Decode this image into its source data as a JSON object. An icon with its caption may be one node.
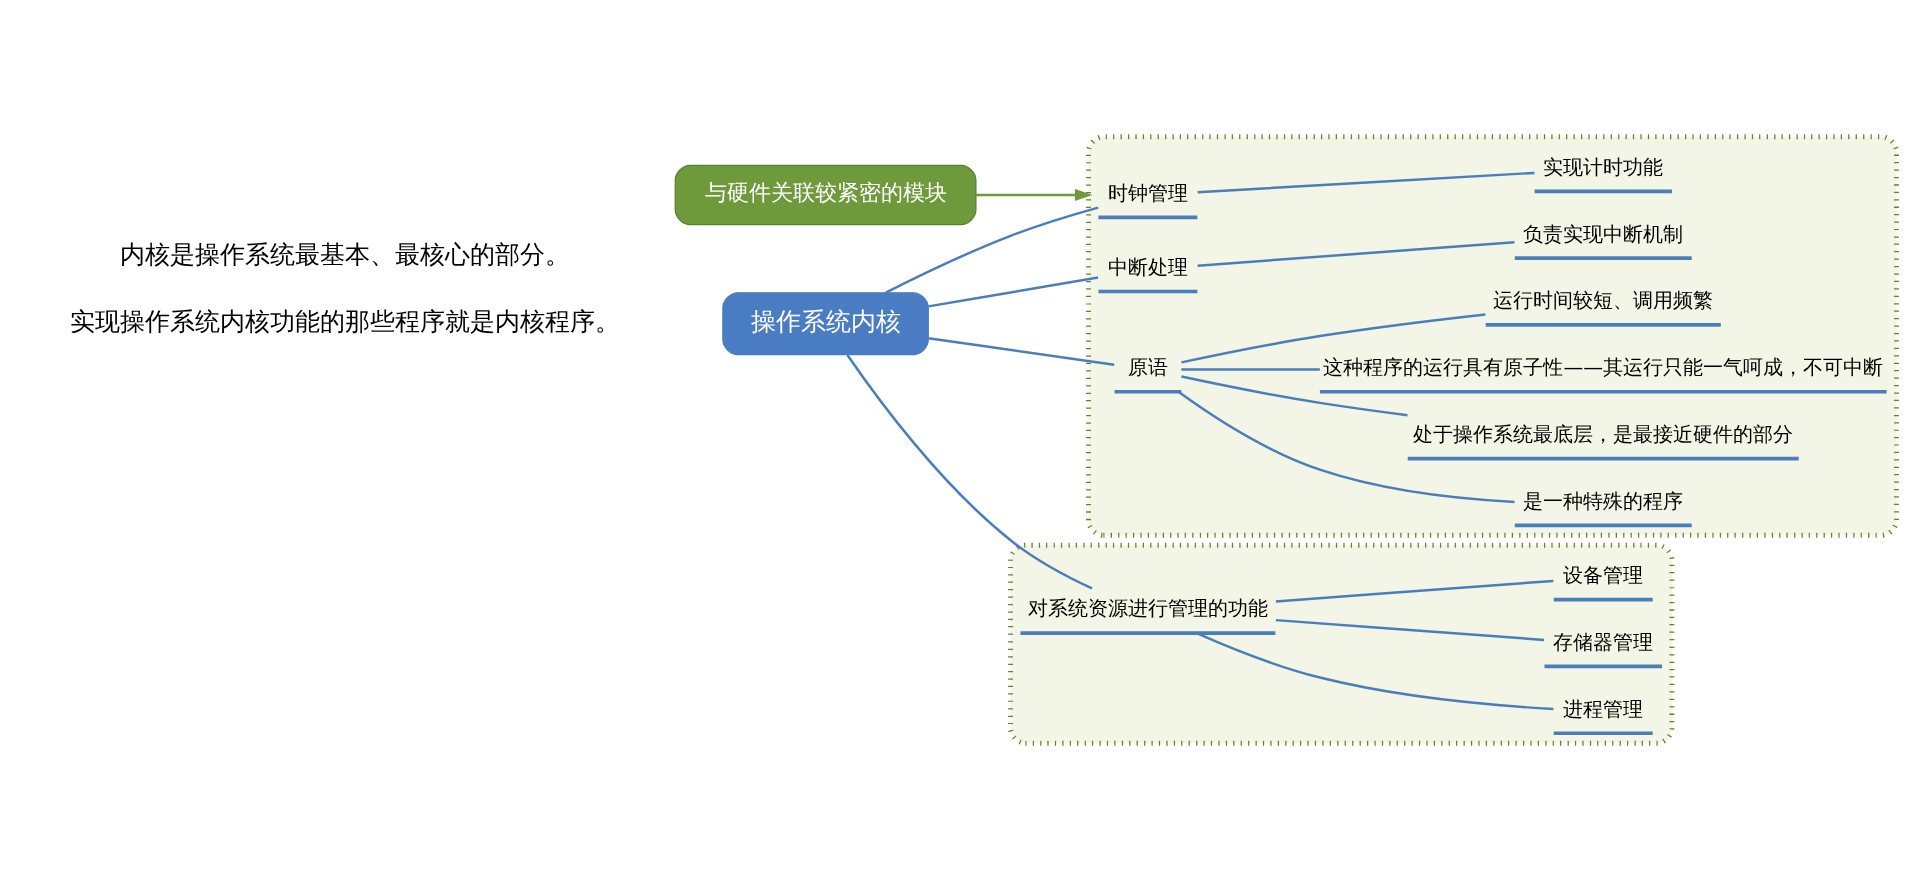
{
  "diagram": {
    "nodes": [
      {
        "text": [
          "操作系统内核"
        ]
      },
      {
        "text": [],
        "shape": "box"
      },
      {
        "text": [
          "时钟管理"
        ],
        "in": 1
      },
      {
        "text": [
          "实现计时功能"
        ],
        "in": 1
      },
      {
        "text": [
          "中断处理"
        ],
        "in": 1
      },
      {
        "text": [
          "负责实现中断机制"
        ],
        "in": 1
      },
      {
        "text": [
          "原语"
        ],
        "in": 1
      },
      {
        "text": [
          "是一种特殊的程序"
        ],
        "in": 1
      },
      {
        "text": [
          "处于操作系统最底层，是最接近硬件的部分"
        ],
        "in": 1
      },
      {
        "text": [
          "这种程序的运行具有原子性——其运行只能一气呵成，不可中断"
        ],
        "in": 1
      },
      {
        "text": [
          "运行时间较短、调用频繁"
        ],
        "in": 1
      },
      {
        "text": [],
        "shape": "box"
      },
      {
        "text": [
          "对系统资源进行管理的功能"
        ],
        "in": 11
      },
      {
        "text": [
          "进程管理"
        ],
        "in": 11
      },
      {
        "text": [
          "存储器管理"
        ],
        "in": 11
      },
      {
        "text": [
          "设备管理"
        ],
        "in": 11
      },
      {
        "text": [
          "与硬件关联较紧密的模块"
        ]
      }
    ],
    "edges": [
      {
        "from": 0,
        "to": 2,
        "arrow": "none"
      },
      {
        "from": 0,
        "to": 4,
        "arrow": "none"
      },
      {
        "from": 0,
        "to": 6,
        "arrow": "none"
      },
      {
        "from": 0,
        "to": 12,
        "arrow": "none"
      },
      {
        "from": 2,
        "to": 3,
        "arrow": "none"
      },
      {
        "from": 4,
        "to": 5,
        "arrow": "none"
      },
      {
        "from": 6,
        "to": 7,
        "arrow": "none"
      },
      {
        "from": 6,
        "to": 8,
        "arrow": "none"
      },
      {
        "from": 6,
        "to": 9,
        "arrow": "none"
      },
      {
        "from": 6,
        "to": 10,
        "arrow": "none"
      },
      {
        "from": 12,
        "to": 13,
        "arrow": "none"
      },
      {
        "from": 12,
        "to": 14,
        "arrow": "none"
      },
      {
        "from": 12,
        "to": 15,
        "arrow": "none"
      },
      {
        "from": 16,
        "to": 1,
        "arrow": "to",
        "color": "#6f9a3c"
      }
    ],
    "labels": [
      "内核是操作系统最基本、最核心的部分。",
      "实现操作系统内核功能的那些程序就是内核程序。"
    ]
  }
}
